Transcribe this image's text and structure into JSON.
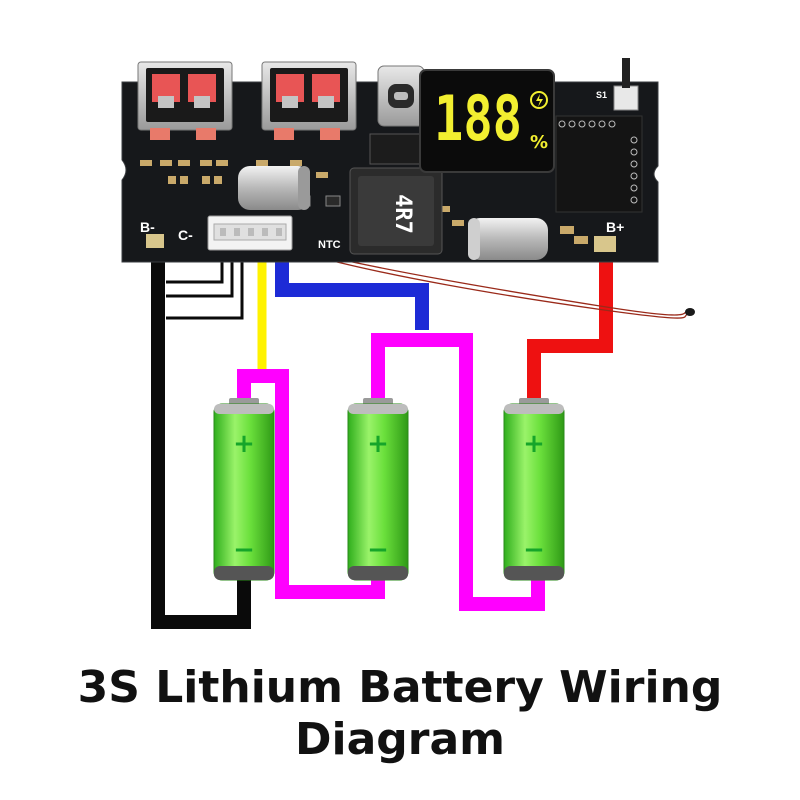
{
  "title": {
    "line1": "3S Lithium Battery Wiring",
    "line2": "Diagram"
  },
  "board": {
    "display_digits": "188",
    "display_percent": "%",
    "inductor_marking": "4R7",
    "labels": {
      "b_minus": "B-",
      "c_minus": "C-",
      "b_plus": "B+",
      "ntc": "NTC",
      "switch": "S1"
    }
  },
  "batteries": [
    {
      "plus": "+",
      "minus": "−"
    },
    {
      "plus": "+",
      "minus": "−"
    },
    {
      "plus": "+",
      "minus": "−"
    }
  ],
  "colors": {
    "pcb": "#16181b",
    "wire_black": "#0a0a0a",
    "wire_yellow": "#fff200",
    "wire_blue": "#1d2bd6",
    "wire_magenta": "#ff00ff",
    "wire_red": "#ee1111",
    "battery_green": "#6be03c",
    "display_digits": "#f2ef30"
  }
}
